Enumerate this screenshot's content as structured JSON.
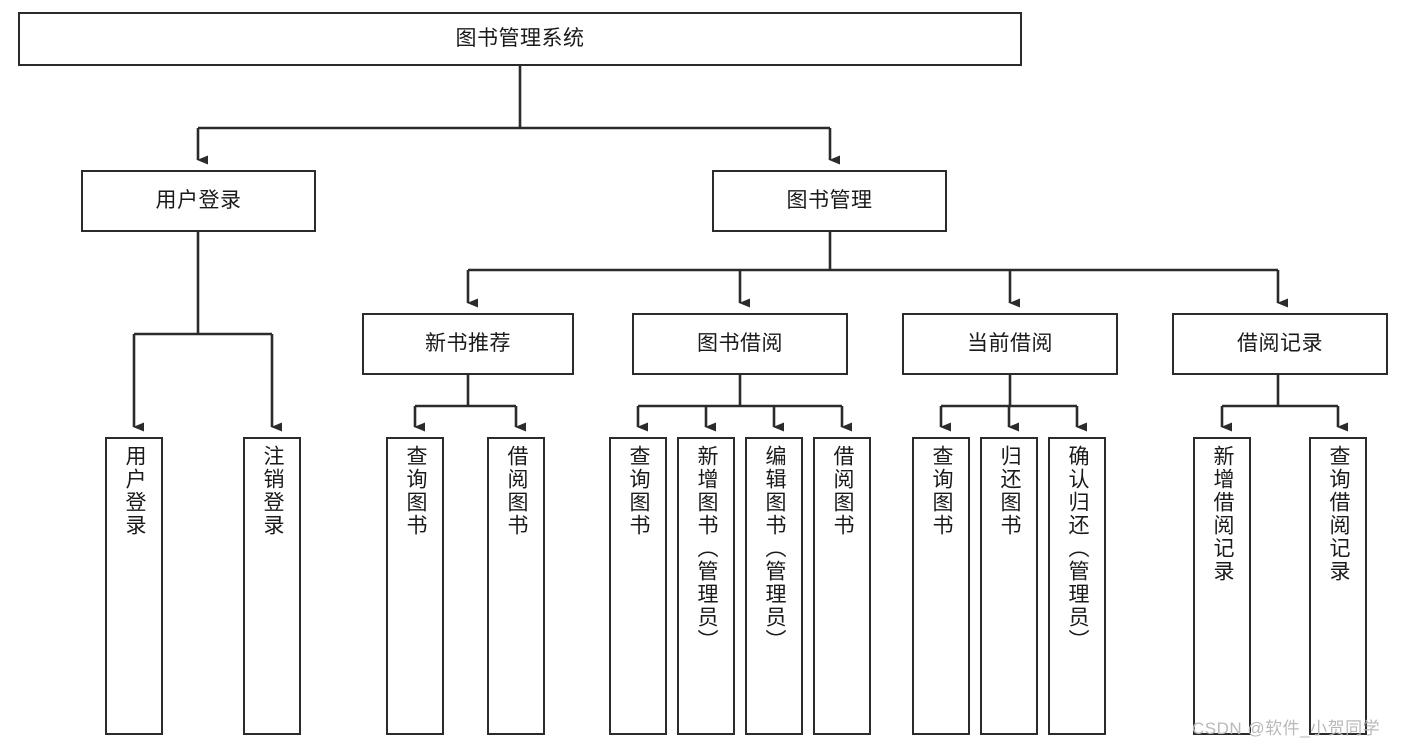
{
  "diagram": {
    "title": "图书管理系统",
    "type": "tree",
    "orientation": "top-down",
    "line_color": "#2b2b2b",
    "box_fill": "#ffffff",
    "text_color": "#1a1a1a",
    "levels": [
      {
        "level": 1,
        "nodes": [
          {
            "id": "root",
            "label": "图书管理系统"
          }
        ]
      },
      {
        "level": 2,
        "nodes": [
          {
            "id": "login",
            "label": "用户登录",
            "parent": "root"
          },
          {
            "id": "bookmgmt",
            "label": "图书管理",
            "parent": "root"
          }
        ]
      },
      {
        "level": 3,
        "nodes": [
          {
            "id": "newbook",
            "label": "新书推荐",
            "parent": "bookmgmt"
          },
          {
            "id": "borrow",
            "label": "图书借阅",
            "parent": "bookmgmt"
          },
          {
            "id": "current",
            "label": "当前借阅",
            "parent": "bookmgmt"
          },
          {
            "id": "record",
            "label": "借阅记录",
            "parent": "bookmgmt"
          }
        ]
      },
      {
        "level": 4,
        "nodes": [
          {
            "id": "leaf1",
            "label": "用户登录",
            "parent": "login"
          },
          {
            "id": "leaf2",
            "label": "注销登录",
            "parent": "login"
          },
          {
            "id": "leaf3",
            "label": "查询图书",
            "parent": "newbook"
          },
          {
            "id": "leaf4",
            "label": "借阅图书",
            "parent": "newbook"
          },
          {
            "id": "leaf5",
            "label": "查询图书",
            "parent": "borrow"
          },
          {
            "id": "leaf6",
            "label": "新增图书（管理员）",
            "parent": "borrow"
          },
          {
            "id": "leaf7",
            "label": "编辑图书（管理员）",
            "parent": "borrow"
          },
          {
            "id": "leaf8",
            "label": "借阅图书",
            "parent": "borrow"
          },
          {
            "id": "leaf9",
            "label": "查询图书",
            "parent": "current"
          },
          {
            "id": "leaf10",
            "label": "归还图书",
            "parent": "current"
          },
          {
            "id": "leaf11",
            "label": "确认归还（管理员）",
            "parent": "current"
          },
          {
            "id": "leaf12",
            "label": "新增借阅记录",
            "parent": "record"
          },
          {
            "id": "leaf13",
            "label": "查询借阅记录",
            "parent": "record"
          }
        ]
      }
    ]
  },
  "watermark": {
    "text": "CSDN @软件_小贺同学"
  }
}
